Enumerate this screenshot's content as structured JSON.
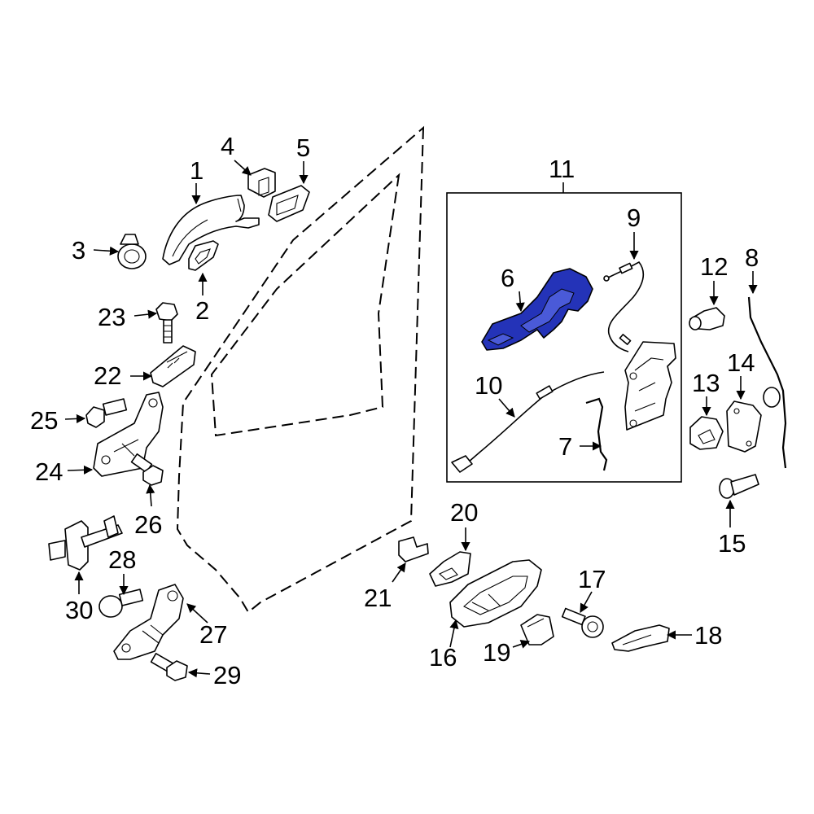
{
  "diagram": {
    "highlight_color": "#2433b8",
    "highlighted_part": "6",
    "callouts": {
      "c1": "1",
      "c2": "2",
      "c3": "3",
      "c4": "4",
      "c5": "5",
      "c6": "6",
      "c7": "7",
      "c8": "8",
      "c9": "9",
      "c10": "10",
      "c11": "11",
      "c12": "12",
      "c13": "13",
      "c14": "14",
      "c15": "15",
      "c16": "16",
      "c17": "17",
      "c18": "18",
      "c19": "19",
      "c20": "20",
      "c21": "21",
      "c22": "22",
      "c23": "23",
      "c24": "24",
      "c25": "25",
      "c26": "26",
      "c27": "27",
      "c28": "28",
      "c29": "29",
      "c30": "30"
    }
  }
}
